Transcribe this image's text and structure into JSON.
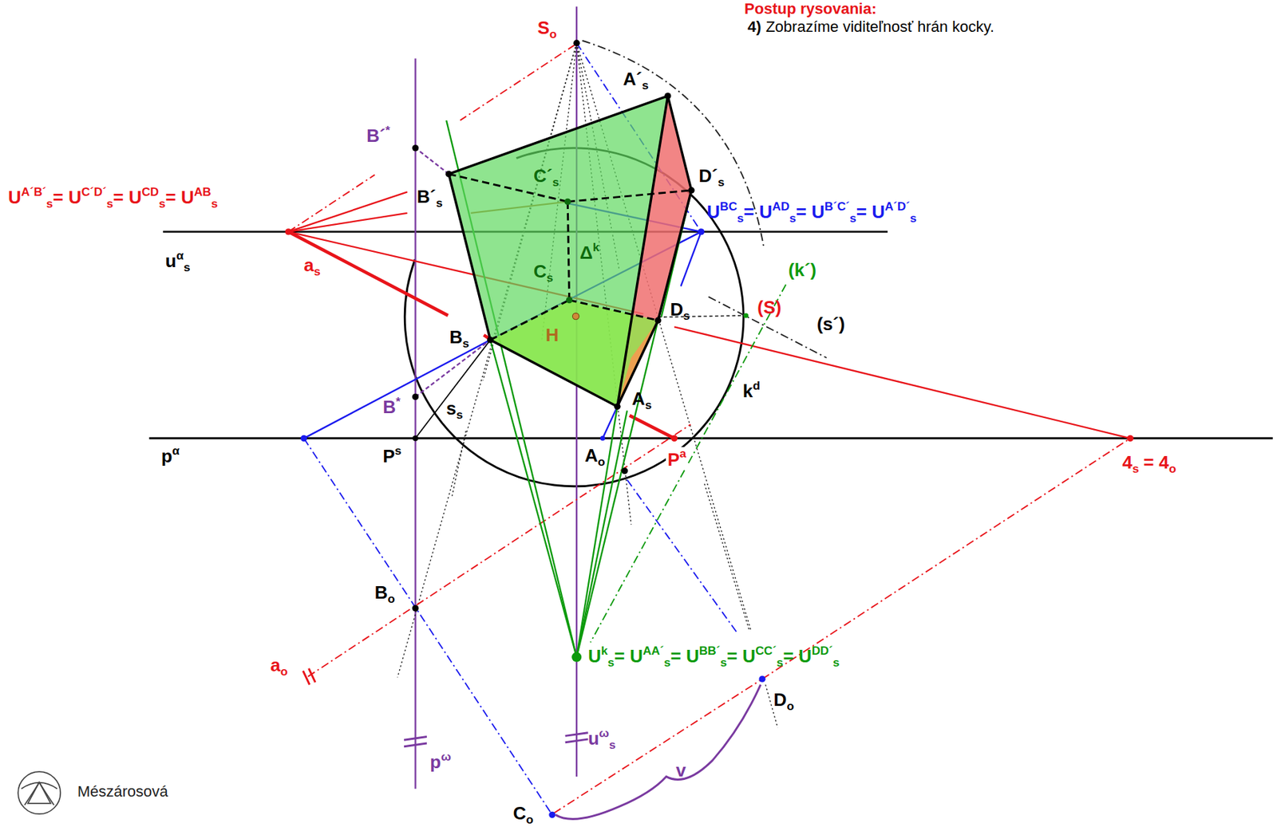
{
  "diagram": {
    "labels": [
      "Postup rysovania:",
      "4)",
      "Zobrazíme viditeľnosť hrán kocky.",
      "S",
      "o",
      "A´",
      "s",
      "B´",
      "*",
      "C´",
      "s",
      "D´",
      "s",
      "B´",
      "s",
      "U",
      "A´B´",
      "s",
      "= U",
      "C´D´",
      "s",
      "= U",
      "CD",
      "s",
      "= U",
      "AB",
      "s",
      "U",
      "BC",
      "s",
      "= U",
      "AD",
      "s",
      "= U",
      "B´C´",
      "s",
      "= U",
      "A´D´",
      "s",
      "u",
      "α",
      "s",
      "a",
      "s",
      "Δ",
      "k",
      "C",
      "s",
      "(k´)",
      "(S)",
      "D",
      "s",
      "(s´)",
      "B",
      "s",
      "H",
      "k",
      "d",
      "A",
      "s",
      "B",
      "*",
      "s",
      "s",
      "p",
      "α",
      "P",
      "s",
      "A",
      "o",
      "P",
      "a",
      "4",
      "s",
      "= 4",
      "o",
      "B",
      "o",
      "U",
      "k",
      "s",
      "= U",
      "AA´",
      "s",
      "= U",
      "BB´",
      "s",
      "= U",
      "CC´",
      "s",
      "= U",
      "DD´",
      "s",
      "a",
      "o",
      "D",
      "o",
      "u",
      "ω",
      "s",
      "p",
      "ω",
      "v",
      "C",
      "o",
      "Mészárosová"
    ]
  }
}
